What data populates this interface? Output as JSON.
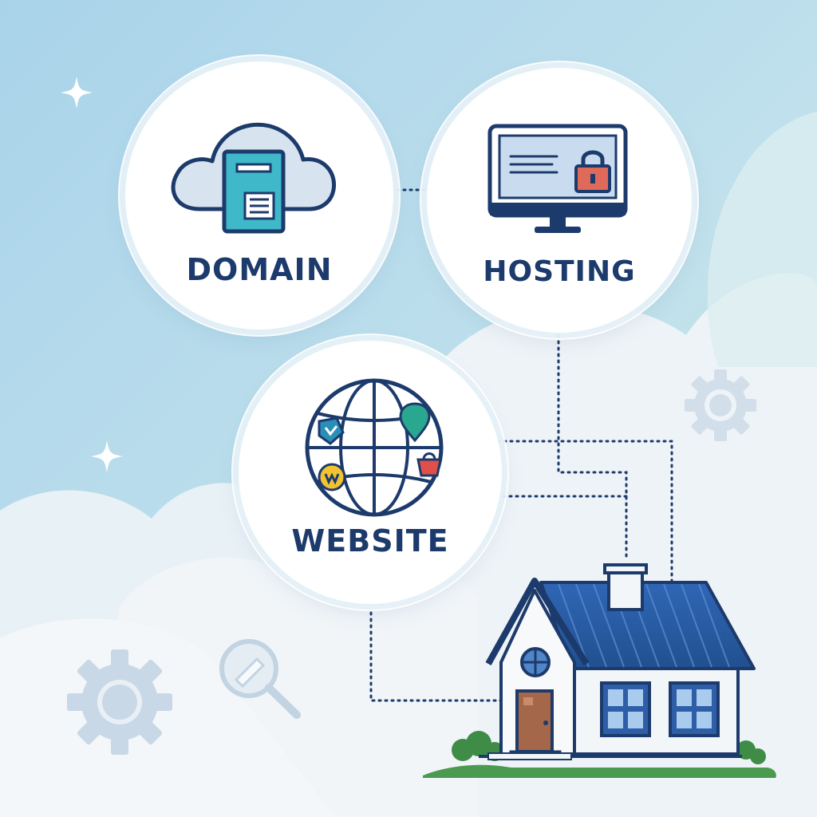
{
  "nodes": {
    "domain": {
      "label": "DOMAIN"
    },
    "hosting": {
      "label": "HOSTING"
    },
    "website": {
      "label": "WEBSITE"
    }
  },
  "colors": {
    "navy": "#1c3a6b",
    "teal": "#3fb8c9",
    "roof_blue": "#2a5ea8",
    "lock_red": "#e06a5a",
    "door_brown": "#a5674a",
    "grass_green": "#4a9a4f",
    "sky_top": "#a9d3ea",
    "cloud_white": "#f2f6f9",
    "gear_gray": "#c6d6e4"
  },
  "icons": [
    "cloud-icon",
    "document-icon",
    "monitor-icon",
    "lock-icon",
    "globe-icon",
    "map-pin-icon",
    "gear-icon",
    "magnifier-icon",
    "sparkle-icon",
    "house-icon"
  ]
}
